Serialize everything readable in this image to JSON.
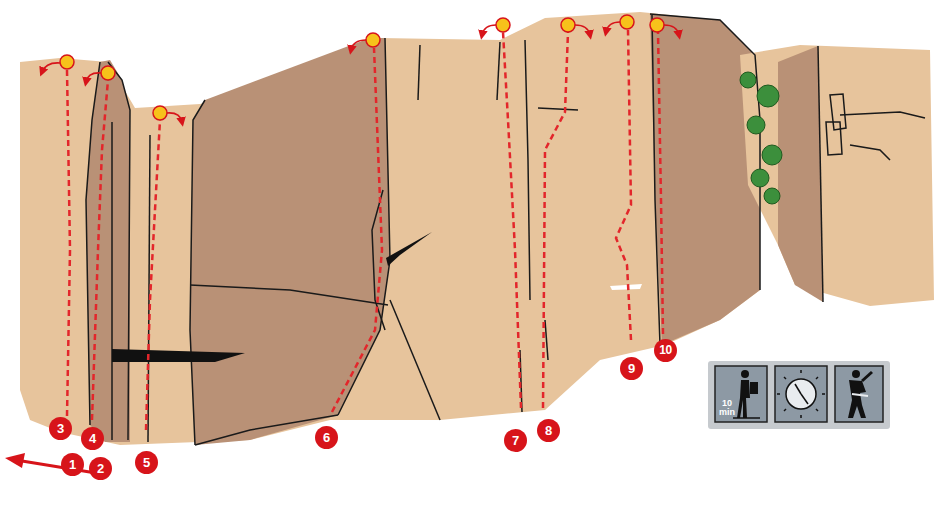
{
  "diagram": {
    "labels": [
      "1",
      "2",
      "3",
      "4",
      "5",
      "6",
      "7",
      "8",
      "9",
      "10",
      "10 min"
    ]
  }
}
